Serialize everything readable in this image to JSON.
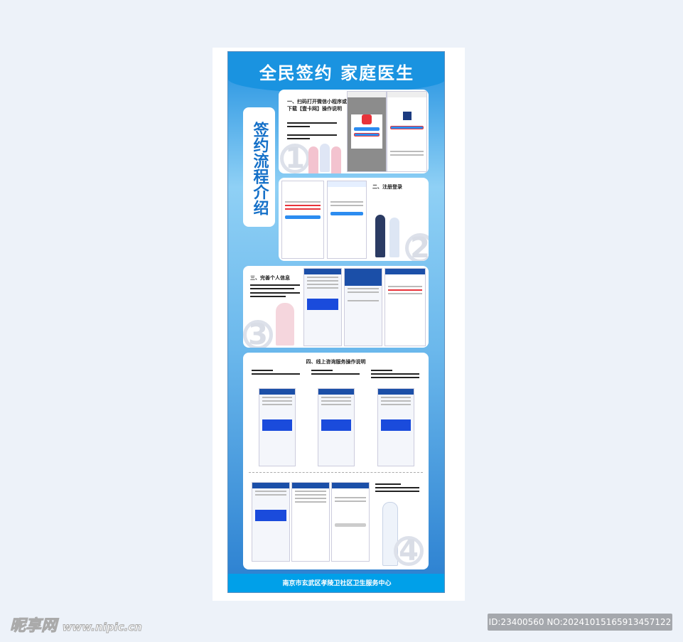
{
  "poster": {
    "title": "全民签约 家庭医生",
    "side_label": "签约流程介绍",
    "sections": [
      {
        "title": "一、扫码打开微信小程序或下载【壹卡网】操作说明",
        "number": "1"
      },
      {
        "title": "二、注册登录",
        "number": "2"
      },
      {
        "title": "三、完善个人信息",
        "number": "3"
      },
      {
        "title": "四、线上咨询服务操作说明",
        "number": "4"
      }
    ],
    "footer": "南京市玄武区孝陵卫社区卫生服务中心"
  },
  "watermark": {
    "logo": "昵享网",
    "url": "www.nipic.cn",
    "id_text": "ID:23400560 NO:20241015165913457122"
  },
  "colors": {
    "primary": "#1a93e0",
    "footer": "#00a0e9",
    "accent_red": "#e8333a"
  }
}
